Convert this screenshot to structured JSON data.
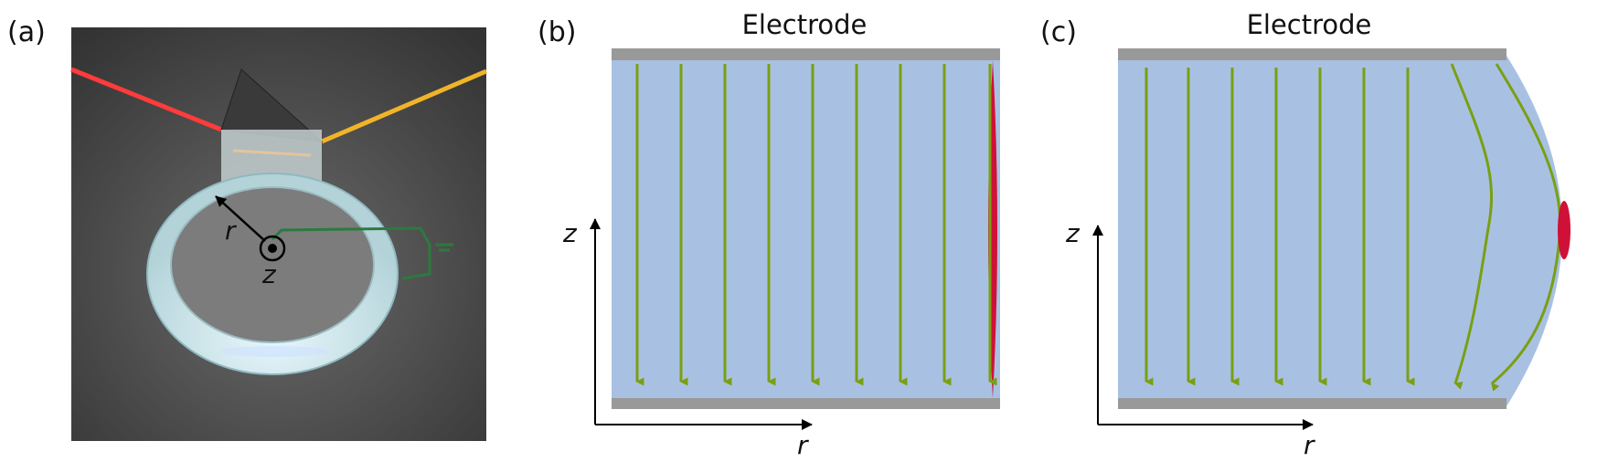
{
  "panels": {
    "a": {
      "label": "(a)",
      "r_label": "r",
      "z_label": "z"
    },
    "b": {
      "label": "(b)",
      "electrode_label": "Electrode",
      "z_label": "z",
      "r_label": "r"
    },
    "c": {
      "label": "(c)",
      "electrode_label": "Electrode",
      "z_label": "z",
      "r_label": "r"
    }
  },
  "colors": {
    "electrolyte_fill": "#a8c1e3",
    "electrode": "#999999",
    "field_line": "#7a9f12",
    "charge": "#cf1138",
    "laser_red": "#ff3b3b",
    "laser_yellow": "#f0b428",
    "wire_green": "#2c7a3e",
    "render_bg": "#4d4d4d"
  }
}
